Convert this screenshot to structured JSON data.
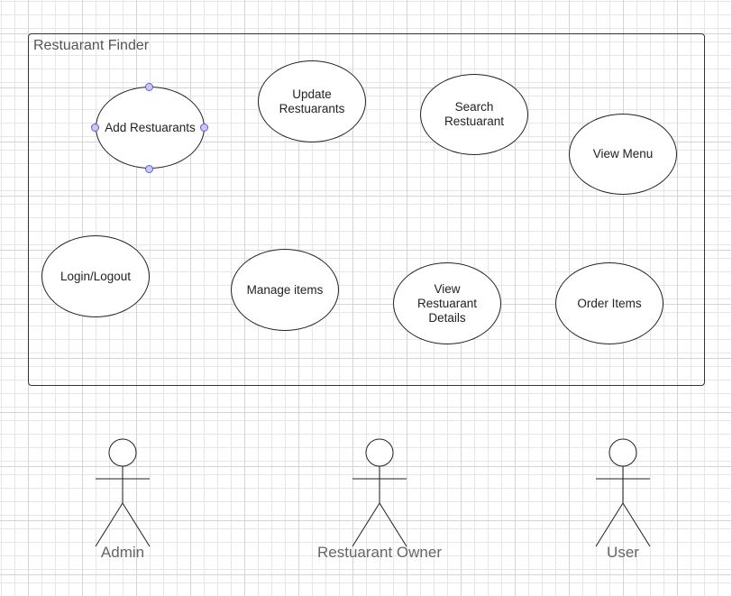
{
  "diagram": {
    "system_title": "Restuarant Finder",
    "use_cases": {
      "add_restaurants": "Add Restuarants",
      "update_restaurants": "Update Restuarants",
      "search_restaurant": "Search Restuarant",
      "view_menu": "View Menu",
      "login_logout": "Login/Logout",
      "manage_items": "Manage items",
      "view_restaurant_details": "View Restuarant Details",
      "order_items": "Order Items"
    },
    "actors": {
      "admin": "Admin",
      "owner": "Restuarant Owner",
      "user": "User"
    },
    "colors": {
      "stroke": "#222222",
      "grid": "#e6e6e6",
      "selection_handle": "#5a5ad6",
      "actor_label": "#666666"
    }
  }
}
